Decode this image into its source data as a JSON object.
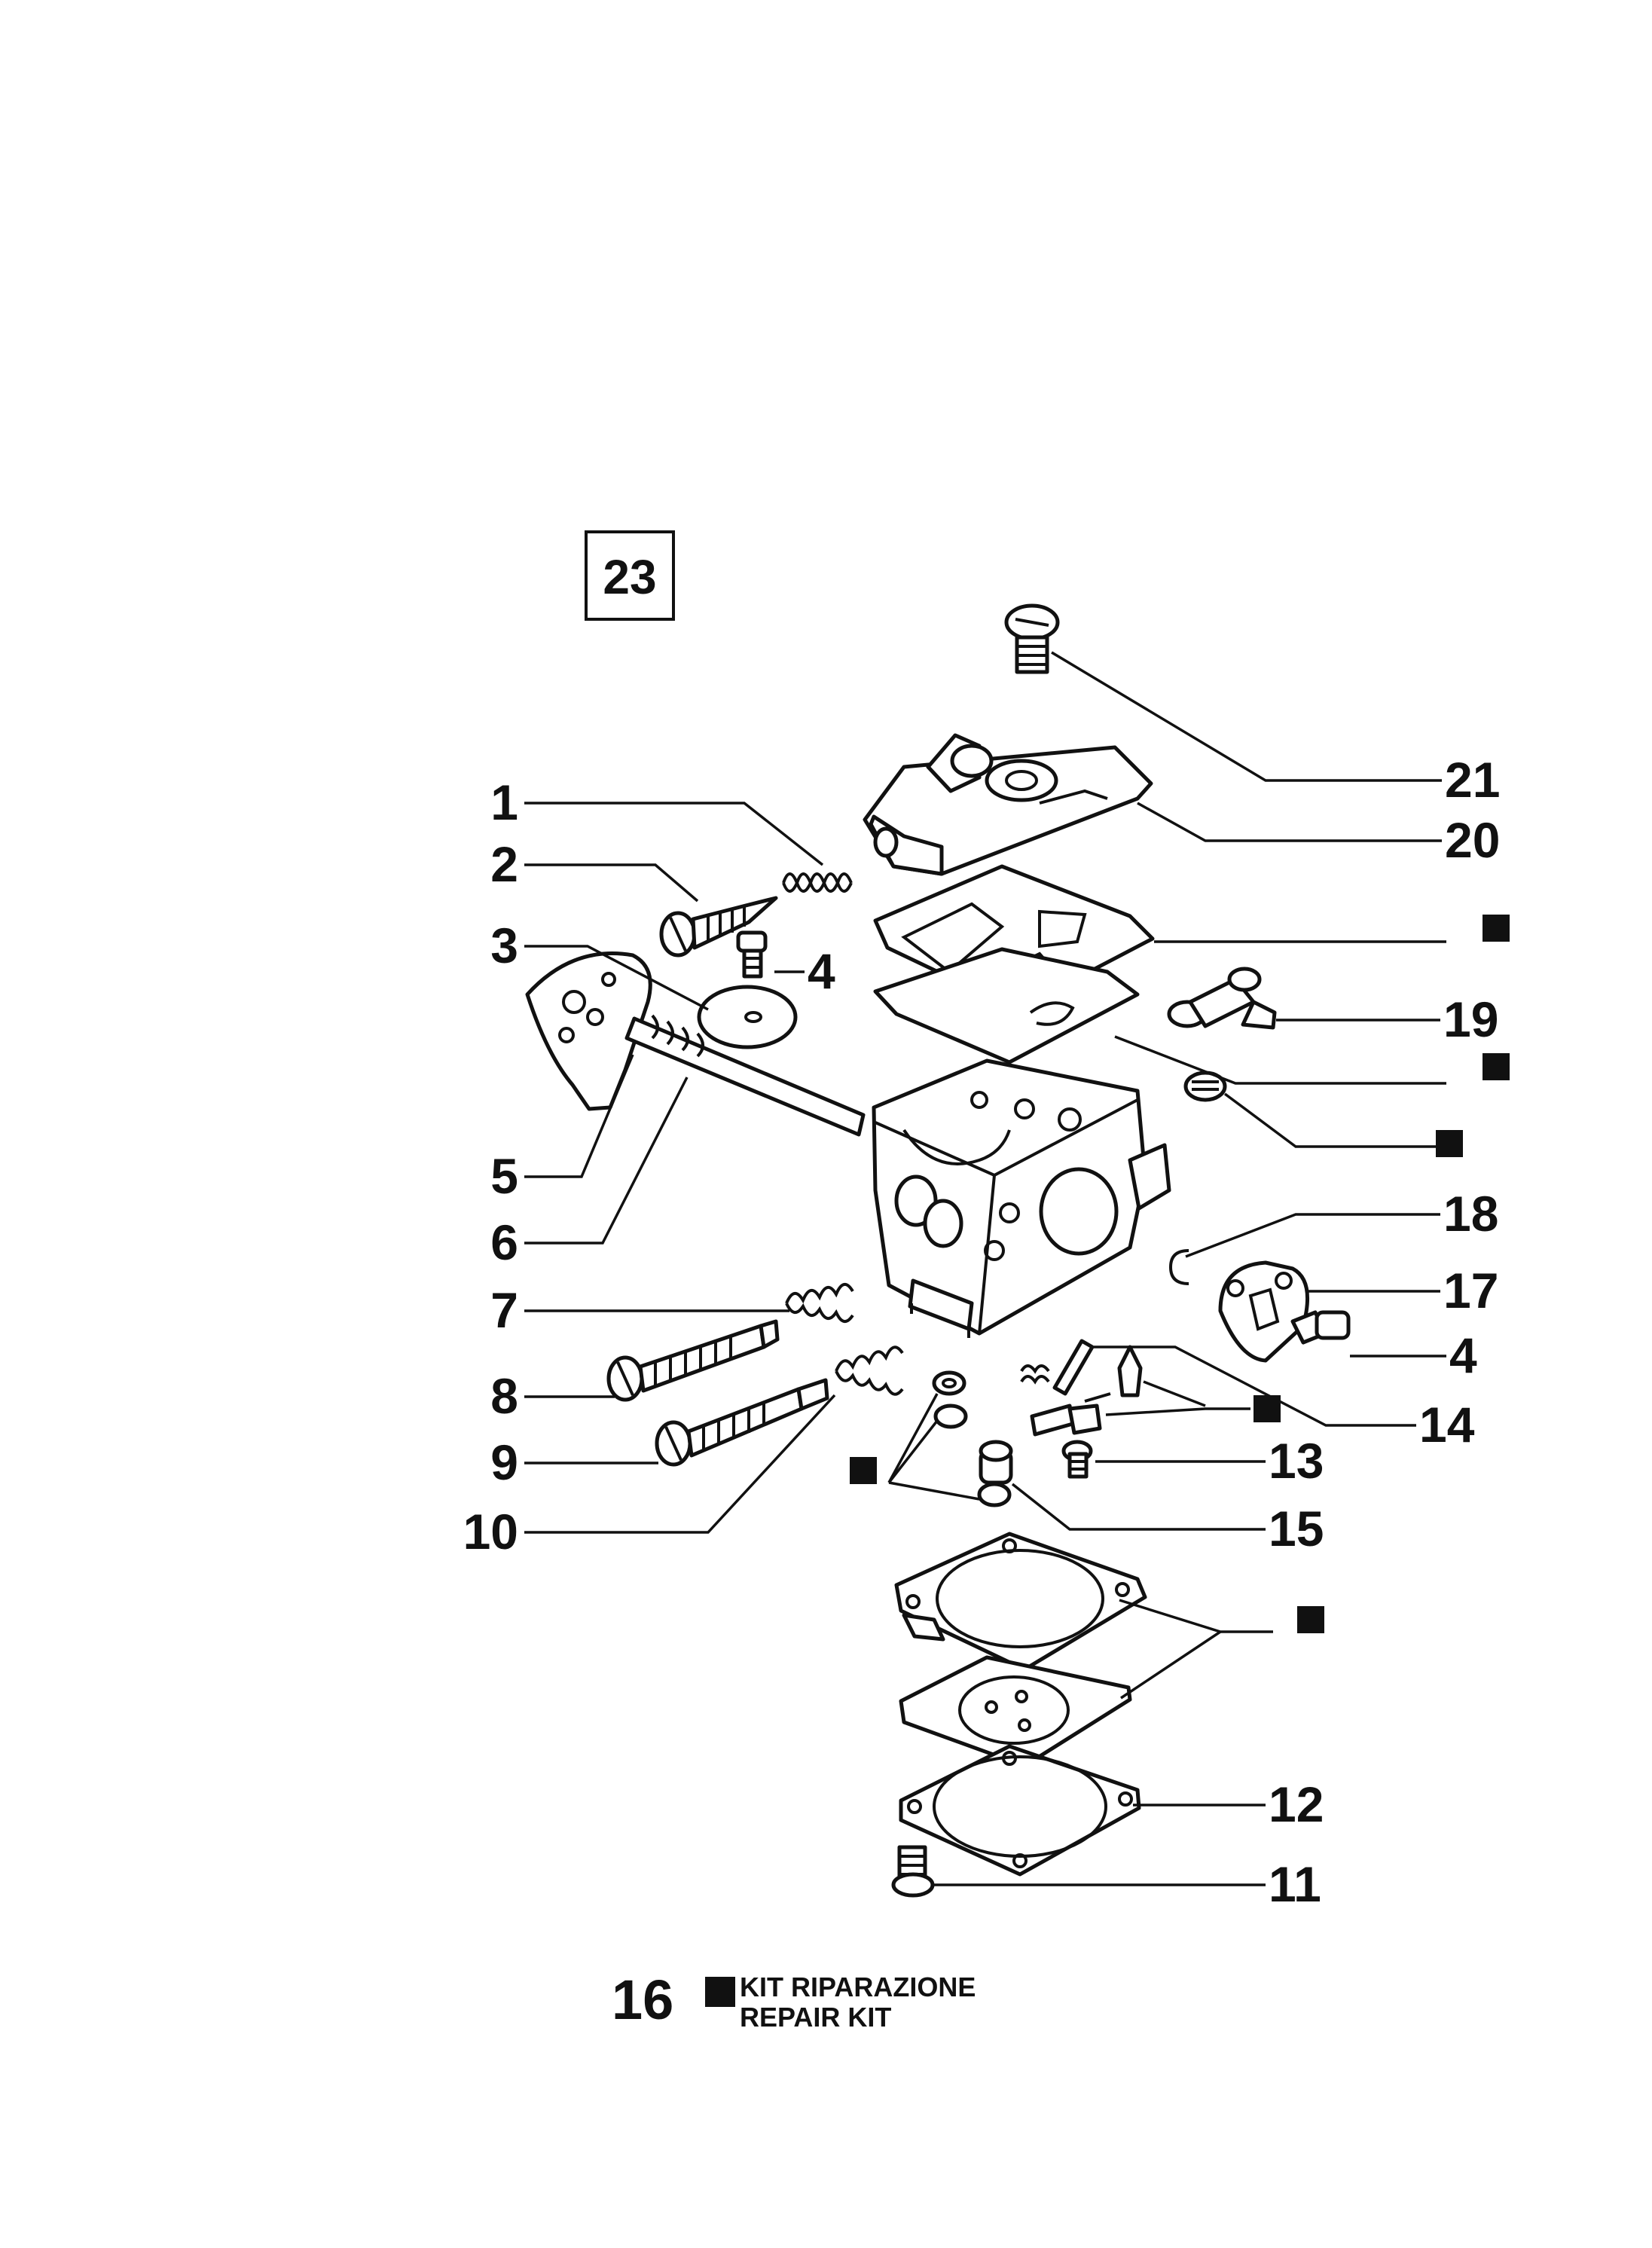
{
  "figure_number": "23",
  "page_number": "16",
  "legend": {
    "line1": "KIT RIPARAZIONE",
    "line2": "REPAIR KIT",
    "symbol": "black-square"
  },
  "callouts": {
    "c1": "1",
    "c2": "2",
    "c3": "3",
    "c4a": "4",
    "c4b": "4",
    "c5": "5",
    "c6": "6",
    "c7": "7",
    "c8": "8",
    "c9": "9",
    "c10": "10",
    "c11": "11",
    "c12": "12",
    "c13": "13",
    "c14": "14",
    "c15": "15",
    "c17": "17",
    "c18": "18",
    "c19": "19",
    "c20": "20",
    "c21": "21"
  }
}
